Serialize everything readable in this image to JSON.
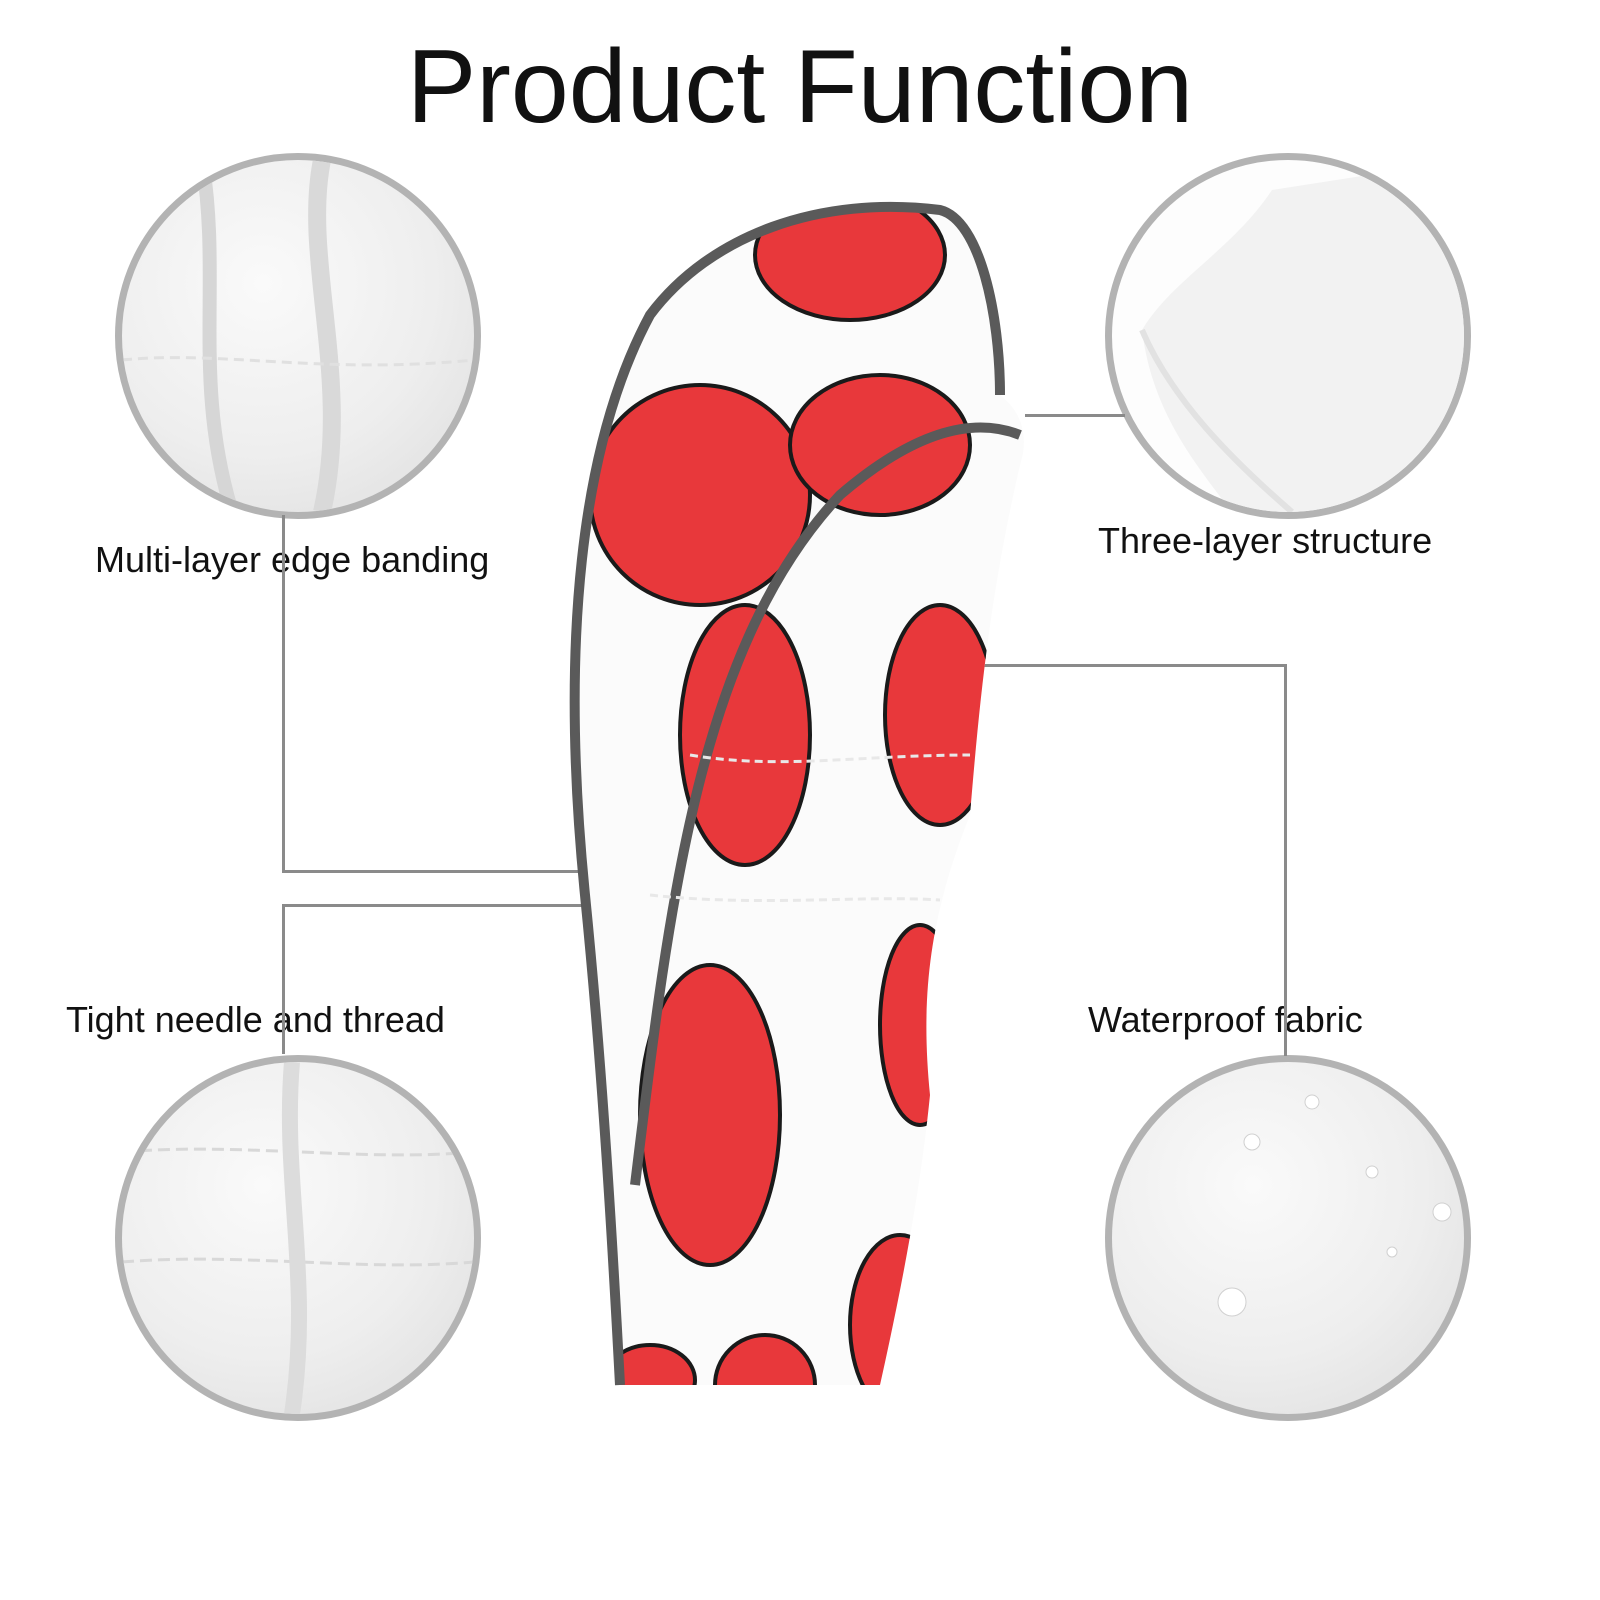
{
  "title": "Product Function",
  "features": [
    {
      "label": "Multi-layer edge banding",
      "icon": "fabric-fold-closeup"
    },
    {
      "label": "Three-layer structure",
      "icon": "layer-edge-closeup"
    },
    {
      "label": "Tight needle and thread",
      "icon": "stitching-closeup"
    },
    {
      "label": "Waterproof fabric",
      "icon": "water-droplets-closeup"
    }
  ],
  "colors": {
    "accent": "#e8383b",
    "trim": "#5a5a5a",
    "circle_border": "#b3b3b3",
    "leader_line": "#8a8a8a"
  }
}
